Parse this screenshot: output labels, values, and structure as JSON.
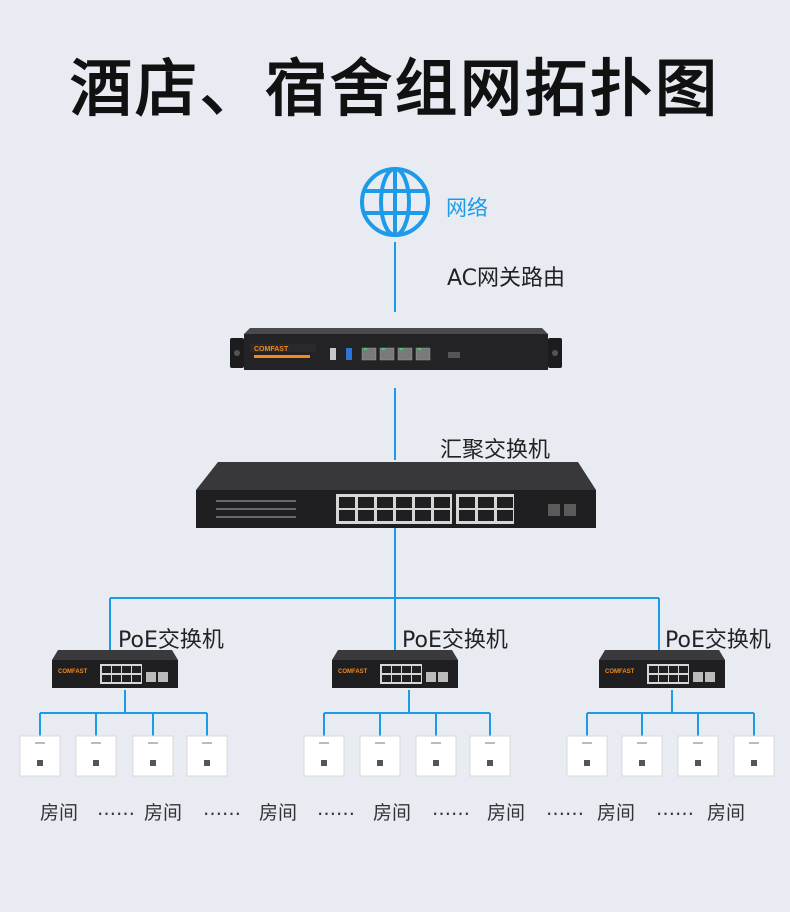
{
  "title": "酒店、宿舍组网拓扑图",
  "network": {
    "label": "网络",
    "icon": "globe-icon",
    "color": "#1e9be8"
  },
  "gateway": {
    "label": "AC网关路由",
    "brand": "COMFAST"
  },
  "core_switch": {
    "label": "汇聚交换机"
  },
  "poe_switches": [
    {
      "label": "PoE交换机",
      "brand": "COMFAST"
    },
    {
      "label": "PoE交换机",
      "brand": "COMFAST"
    },
    {
      "label": "PoE交换机",
      "brand": "COMFAST"
    }
  ],
  "rooms": {
    "room_label": "房间",
    "ellipsis": "……",
    "sequence": [
      "房间",
      "……",
      "房间",
      "……",
      "房间",
      "……",
      "房间",
      "……",
      "房间",
      "……",
      "房间",
      "……",
      "房间"
    ]
  },
  "colors": {
    "link": "#1e9be8",
    "background": "#e8ebf2"
  }
}
